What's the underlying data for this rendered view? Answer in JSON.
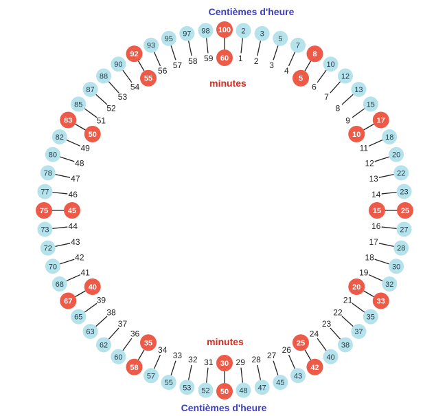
{
  "labels": {
    "top_hundredths": "Centièmes d'heure",
    "top_minutes": "minutes",
    "bottom_minutes": "minutes",
    "bottom_hundredths": "Centièmes d'heure"
  },
  "colors": {
    "hundredths_bubble": "#b6e2ec",
    "highlight_bubble": "#ee5a48",
    "title_blue": "#3b3fc1",
    "minutes_red": "#d42a1e",
    "connector": "#222222"
  },
  "pairs": [
    {
      "minute": 1,
      "hundredth": 2
    },
    {
      "minute": 2,
      "hundredth": 3
    },
    {
      "minute": 3,
      "hundredth": 5
    },
    {
      "minute": 4,
      "hundredth": 7
    },
    {
      "minute": 5,
      "hundredth": 8,
      "highlight": true
    },
    {
      "minute": 6,
      "hundredth": 10
    },
    {
      "minute": 7,
      "hundredth": 12
    },
    {
      "minute": 8,
      "hundredth": 13
    },
    {
      "minute": 9,
      "hundredth": 15
    },
    {
      "minute": 10,
      "hundredth": 17,
      "highlight": true
    },
    {
      "minute": 11,
      "hundredth": 18
    },
    {
      "minute": 12,
      "hundredth": 20
    },
    {
      "minute": 13,
      "hundredth": 22
    },
    {
      "minute": 14,
      "hundredth": 23
    },
    {
      "minute": 15,
      "hundredth": 25,
      "highlight": true
    },
    {
      "minute": 16,
      "hundredth": 27
    },
    {
      "minute": 17,
      "hundredth": 28
    },
    {
      "minute": 18,
      "hundredth": 30
    },
    {
      "minute": 19,
      "hundredth": 32
    },
    {
      "minute": 20,
      "hundredth": 33,
      "highlight": true
    },
    {
      "minute": 21,
      "hundredth": 35
    },
    {
      "minute": 22,
      "hundredth": 37
    },
    {
      "minute": 23,
      "hundredth": 38
    },
    {
      "minute": 24,
      "hundredth": 40
    },
    {
      "minute": 25,
      "hundredth": 42,
      "highlight": true
    },
    {
      "minute": 26,
      "hundredth": 43
    },
    {
      "minute": 27,
      "hundredth": 45
    },
    {
      "minute": 28,
      "hundredth": 47
    },
    {
      "minute": 29,
      "hundredth": 48
    },
    {
      "minute": 30,
      "hundredth": 50,
      "highlight": true
    },
    {
      "minute": 31,
      "hundredth": 52
    },
    {
      "minute": 32,
      "hundredth": 53
    },
    {
      "minute": 33,
      "hundredth": 55
    },
    {
      "minute": 34,
      "hundredth": 57
    },
    {
      "minute": 35,
      "hundredth": 58,
      "highlight": true
    },
    {
      "minute": 36,
      "hundredth": 60
    },
    {
      "minute": 37,
      "hundredth": 62
    },
    {
      "minute": 38,
      "hundredth": 63
    },
    {
      "minute": 39,
      "hundredth": 65
    },
    {
      "minute": 40,
      "hundredth": 67,
      "highlight": true
    },
    {
      "minute": 41,
      "hundredth": 68
    },
    {
      "minute": 42,
      "hundredth": 70
    },
    {
      "minute": 43,
      "hundredth": 72
    },
    {
      "minute": 44,
      "hundredth": 73
    },
    {
      "minute": 45,
      "hundredth": 75,
      "highlight": true
    },
    {
      "minute": 46,
      "hundredth": 77
    },
    {
      "minute": 47,
      "hundredth": 78
    },
    {
      "minute": 48,
      "hundredth": 80
    },
    {
      "minute": 49,
      "hundredth": 82
    },
    {
      "minute": 50,
      "hundredth": 83,
      "highlight": true
    },
    {
      "minute": 51,
      "hundredth": 85
    },
    {
      "minute": 52,
      "hundredth": 87
    },
    {
      "minute": 53,
      "hundredth": 88
    },
    {
      "minute": 54,
      "hundredth": 90
    },
    {
      "minute": 55,
      "hundredth": 92,
      "highlight": true
    },
    {
      "minute": 56,
      "hundredth": 93
    },
    {
      "minute": 57,
      "hundredth": 95
    },
    {
      "minute": 58,
      "hundredth": 97
    },
    {
      "minute": 59,
      "hundredth": 98
    },
    {
      "minute": 60,
      "hundredth": 100,
      "highlight": true
    }
  ]
}
